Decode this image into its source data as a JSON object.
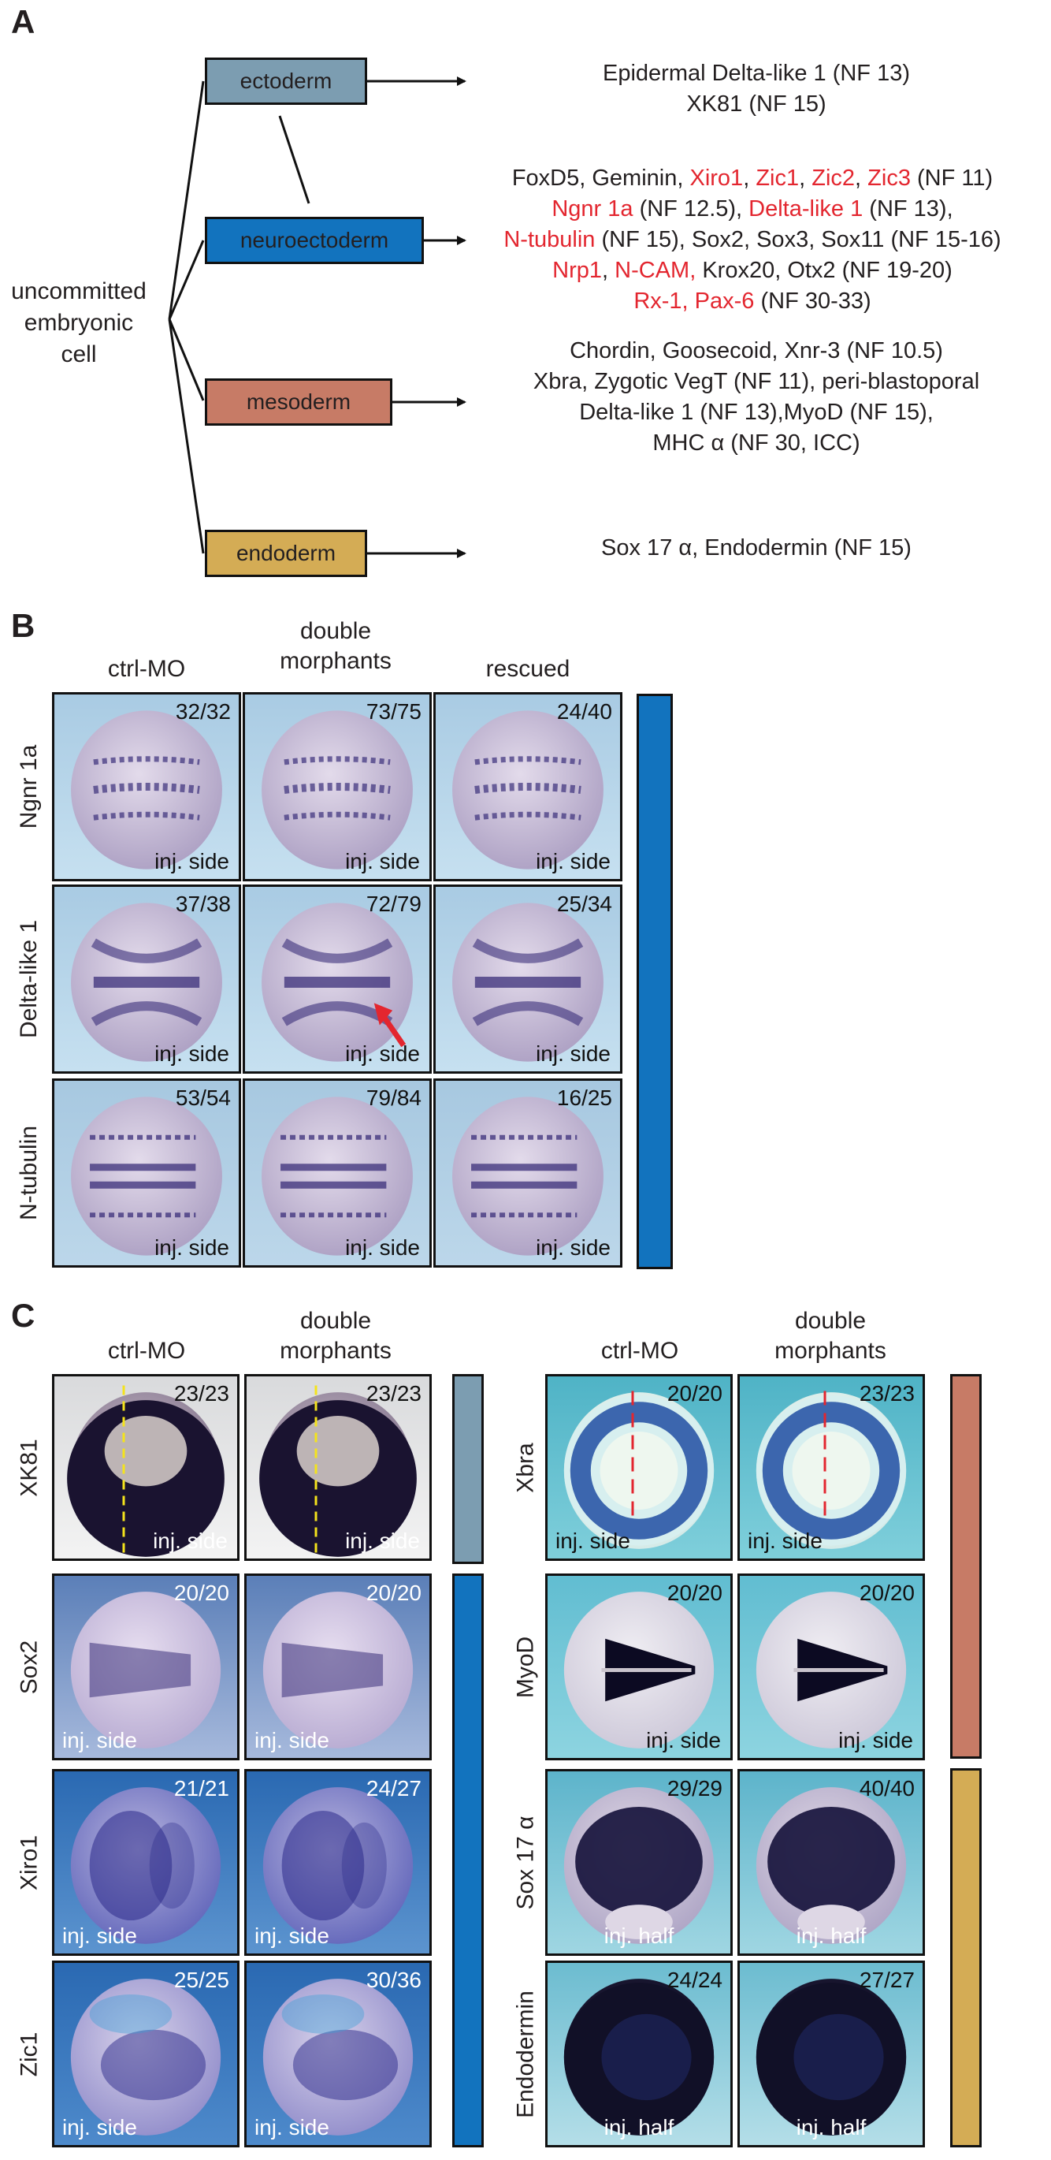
{
  "colors": {
    "ectoderm": "#7c9db1",
    "neuroectoderm": "#1273be",
    "mesoderm": "#c77b66",
    "endoderm": "#d4ac55",
    "highlight": "#e3262f"
  },
  "panel_a": {
    "label": "A",
    "origin": [
      "uncommitted",
      "embryonic",
      "cell"
    ],
    "germ_layers": [
      {
        "name": "ectoderm"
      },
      {
        "name": "neuroectoderm"
      },
      {
        "name": "mesoderm"
      },
      {
        "name": "endoderm"
      }
    ],
    "ectoderm_genes": [
      [
        {
          "t": "Epidermal Delta-like 1 (NF 13)",
          "r": false
        }
      ],
      [
        {
          "t": "XK81 (NF 15)",
          "r": false
        }
      ]
    ],
    "neuro_genes": [
      [
        {
          "t": "FoxD5, Geminin, ",
          "r": false
        },
        {
          "t": "Xiro1",
          "r": true
        },
        {
          "t": ", ",
          "r": false
        },
        {
          "t": "Zic1",
          "r": true
        },
        {
          "t": ", ",
          "r": false
        },
        {
          "t": "Zic2",
          "r": true
        },
        {
          "t": ", ",
          "r": false
        },
        {
          "t": "Zic3",
          "r": true
        },
        {
          "t": " (NF 11)",
          "r": false
        }
      ],
      [
        {
          "t": "Ngnr 1a",
          "r": true
        },
        {
          "t": " (NF 12.5), ",
          "r": false
        },
        {
          "t": "Delta-like 1",
          "r": true
        },
        {
          "t": " (NF 13),",
          "r": false
        }
      ],
      [
        {
          "t": "N-tubulin",
          "r": true
        },
        {
          "t": " (NF 15), Sox2, Sox3, Sox11 (NF 15-16)",
          "r": false
        }
      ],
      [
        {
          "t": "Nrp1",
          "r": true
        },
        {
          "t": ", ",
          "r": false
        },
        {
          "t": "N-CAM,",
          "r": true
        },
        {
          "t": " Krox20, Otx2 (NF 19-20)",
          "r": false
        }
      ],
      [
        {
          "t": "Rx-1, Pax-6",
          "r": true
        },
        {
          "t": " (NF 30-33)",
          "r": false
        }
      ]
    ],
    "meso_genes": [
      [
        {
          "t": "Chordin, Goosecoid, Xnr-3 (NF 10.5)",
          "r": false
        }
      ],
      [
        {
          "t": "Xbra, Zygotic VegT (NF 11), peri-blastoporal",
          "r": false
        }
      ],
      [
        {
          "t": "Delta-like 1 (NF 13),MyoD (NF 15),",
          "r": false
        }
      ],
      [
        {
          "t": "MHC α (NF 30, ICC)",
          "r": false
        }
      ]
    ],
    "endo_genes": [
      [
        {
          "t": "Sox 17 α, Endodermin (NF 15)",
          "r": false
        }
      ]
    ]
  },
  "panel_b": {
    "label": "B",
    "columns": [
      "ctrl-MO",
      "double\nmorphants",
      "rescued"
    ],
    "rows": [
      {
        "gene": "Ngnr 1a",
        "scores": [
          "32/32",
          "73/75",
          "24/40"
        ],
        "side": "inj. side"
      },
      {
        "gene": "Delta-like 1",
        "scores": [
          "37/38",
          "72/79",
          "25/34"
        ],
        "side": "inj. side"
      },
      {
        "gene": "N-tubulin",
        "scores": [
          "53/54",
          "79/84",
          "16/25"
        ],
        "side": "inj. side"
      }
    ]
  },
  "panel_c": {
    "label": "C",
    "left_columns": [
      "ctrl-MO",
      "double\nmorphants"
    ],
    "right_columns": [
      "ctrl-MO",
      "double\nmorphants"
    ],
    "left_rows": [
      {
        "gene": "XK81",
        "scores": [
          "23/23",
          "23/23"
        ],
        "side": "inj. side"
      },
      {
        "gene": "Sox2",
        "scores": [
          "20/20",
          "20/20"
        ],
        "side": "inj. side"
      },
      {
        "gene": "Xiro1",
        "scores": [
          "21/21",
          "24/27"
        ],
        "side": "inj. side"
      },
      {
        "gene": "Zic1",
        "scores": [
          "25/25",
          "30/36"
        ],
        "side": "inj. side"
      }
    ],
    "right_rows": [
      {
        "gene": "Xbra",
        "scores": [
          "20/20",
          "23/23"
        ],
        "side": "inj. side"
      },
      {
        "gene": "MyoD",
        "scores": [
          "20/20",
          "20/20"
        ],
        "side": "inj. side"
      },
      {
        "gene": "Sox 17 α",
        "scores": [
          "29/29",
          "40/40"
        ],
        "side": "inj. half"
      },
      {
        "gene": "Endodermin",
        "scores": [
          "24/24",
          "27/27"
        ],
        "side": "inj. half"
      }
    ]
  }
}
